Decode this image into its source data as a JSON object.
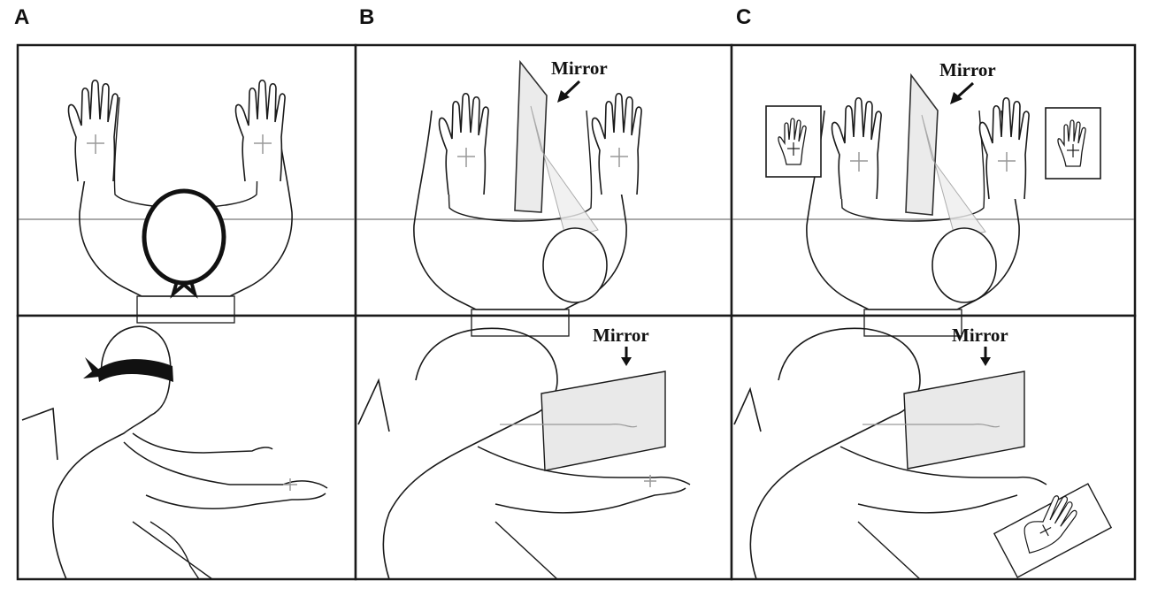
{
  "panels": [
    {
      "letter": "A"
    },
    {
      "letter": "B"
    },
    {
      "letter": "C"
    }
  ],
  "labels": {
    "mirror_top_b": "Mirror",
    "mirror_bottom_b": "Mirror",
    "mirror_top_c": "Mirror",
    "mirror_bottom_c": "Mirror"
  },
  "colors": {
    "line": "#1a1a1a",
    "mirror_fill": "#e9e9e9",
    "blindfold": "#111111",
    "outline_gray": "#777777"
  }
}
